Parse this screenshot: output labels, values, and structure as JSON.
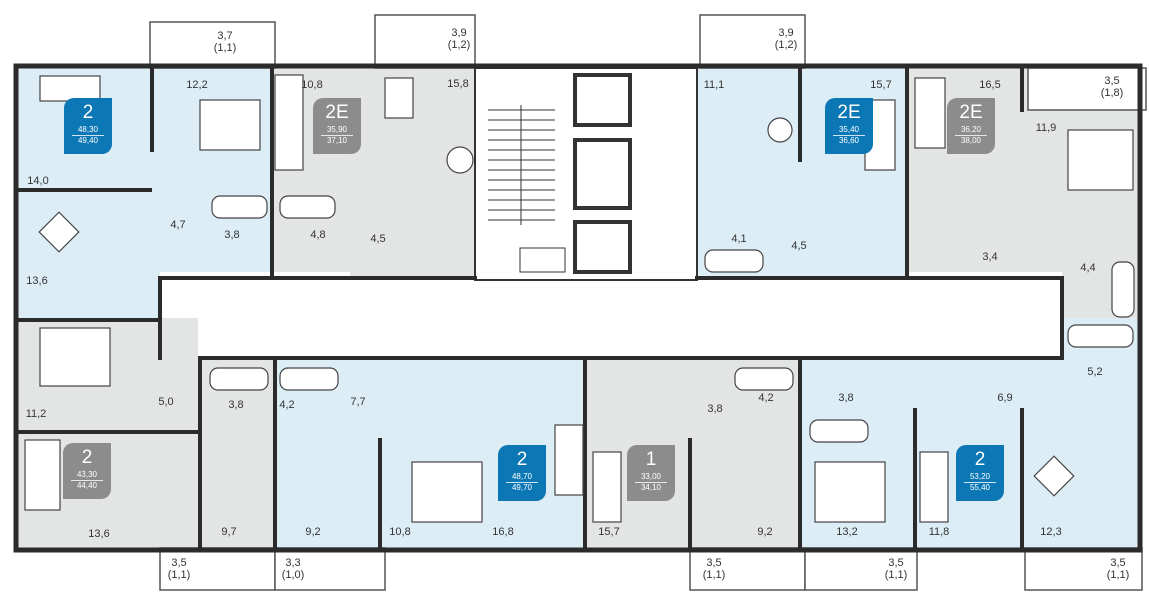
{
  "colors": {
    "wall": "#2b2b2b",
    "apt_blue": "#dcedf6",
    "apt_gray": "#e3e4e4",
    "badge_blue": "#0c77b5",
    "badge_gray": "#8c8c8c",
    "line": "#555555"
  },
  "apartments": [
    {
      "id": "apt-top-left",
      "rooms": "2",
      "area_living": "48,30",
      "area_total": "49,40",
      "style": "blue"
    },
    {
      "id": "apt-top-2e-left",
      "rooms": "2E",
      "area_living": "35,90",
      "area_total": "37,10",
      "style": "gray"
    },
    {
      "id": "apt-top-2e-center",
      "rooms": "2E",
      "area_living": "35,40",
      "area_total": "36,60",
      "style": "blue"
    },
    {
      "id": "apt-top-2e-right",
      "rooms": "2E",
      "area_living": "36,20",
      "area_total": "38,00",
      "style": "gray"
    },
    {
      "id": "apt-bottom-left",
      "rooms": "2",
      "area_living": "43,30",
      "area_total": "44,40",
      "style": "gray"
    },
    {
      "id": "apt-bottom-center",
      "rooms": "2",
      "area_living": "48,70",
      "area_total": "49,70",
      "style": "blue"
    },
    {
      "id": "apt-bottom-1",
      "rooms": "1",
      "area_living": "33,00",
      "area_total": "34,10",
      "style": "gray"
    },
    {
      "id": "apt-bottom-right",
      "rooms": "2",
      "area_living": "53,20",
      "area_total": "55,40",
      "style": "blue"
    }
  ],
  "rooms": [
    "12,2",
    "10,8",
    "15,8",
    "14,0",
    "4,7",
    "3,8",
    "4,8",
    "4,5",
    "13,6",
    "11,1",
    "15,7",
    "16,5",
    "11,9",
    "4,1",
    "4,5",
    "3,4",
    "4,4",
    "11,2",
    "5,0",
    "3,8",
    "4,2",
    "7,7",
    "13,6",
    "9,7",
    "9,2",
    "10,8",
    "16,8",
    "15,7",
    "3,8",
    "4,2",
    "3,8",
    "9,2",
    "13,2",
    "11,8",
    "6,9",
    "5,2",
    "12,3"
  ],
  "balconies": [
    {
      "id": "bal-top-1",
      "area": "3,7",
      "sub": "(1,1)"
    },
    {
      "id": "bal-top-2",
      "area": "3,9",
      "sub": "(1,2)"
    },
    {
      "id": "bal-top-3",
      "area": "3,9",
      "sub": "(1,2)"
    },
    {
      "id": "bal-top-4",
      "area": "3,5",
      "sub": "(1,8)"
    },
    {
      "id": "bal-bot-1",
      "area": "3,5",
      "sub": "(1,1)"
    },
    {
      "id": "bal-bot-2",
      "area": "3,3",
      "sub": "(1,0)"
    },
    {
      "id": "bal-bot-3",
      "area": "3,5",
      "sub": "(1,1)"
    },
    {
      "id": "bal-bot-4",
      "area": "3,5",
      "sub": "(1,1)"
    },
    {
      "id": "bal-bot-5",
      "area": "3,5",
      "sub": "(1,1)"
    }
  ]
}
